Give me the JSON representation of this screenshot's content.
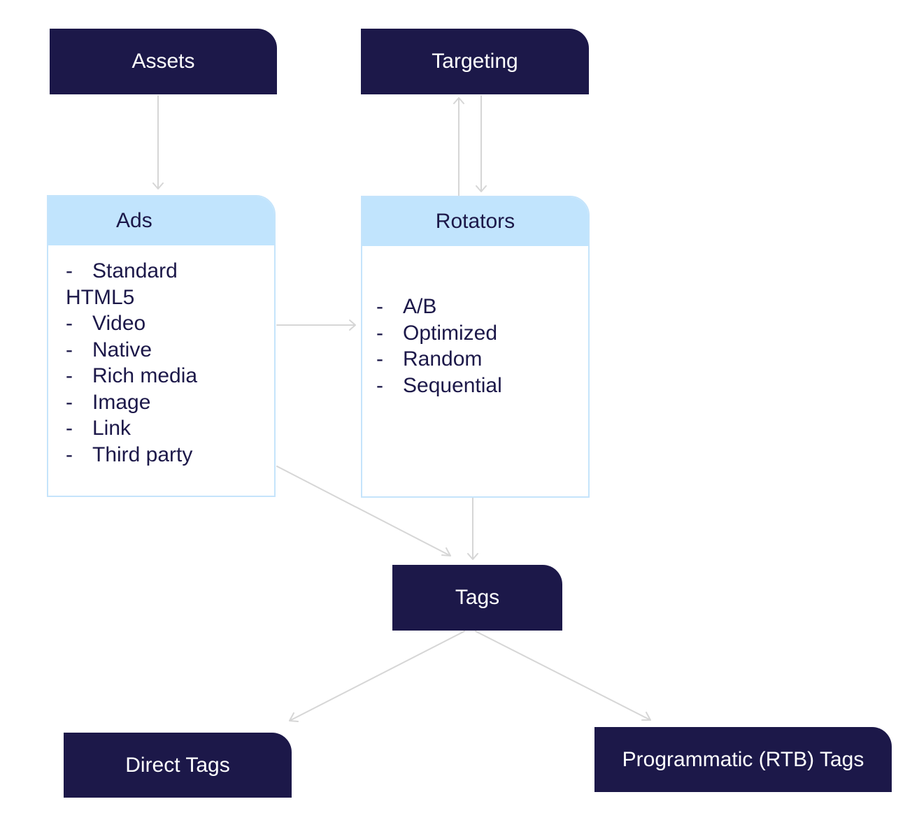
{
  "nodes": {
    "assets": "Assets",
    "targeting": "Targeting",
    "tags": "Tags",
    "direct_tags": "Direct Tags",
    "programmatic_tags": "Programmatic (RTB) Tags"
  },
  "ads": {
    "title": "Ads",
    "items": [
      "Standard",
      "HTML5",
      "Video",
      "Native",
      "Rich media",
      "Image",
      "Link",
      "Third party"
    ]
  },
  "rotators": {
    "title": "Rotators",
    "items": [
      "A/B",
      "Optimized",
      "Random",
      "Sequential"
    ]
  },
  "colors": {
    "node_fill": "#1c1849",
    "card_header": "#c1e4fd",
    "card_border": "#c5e4fb",
    "connector": "#d6d6d6"
  }
}
